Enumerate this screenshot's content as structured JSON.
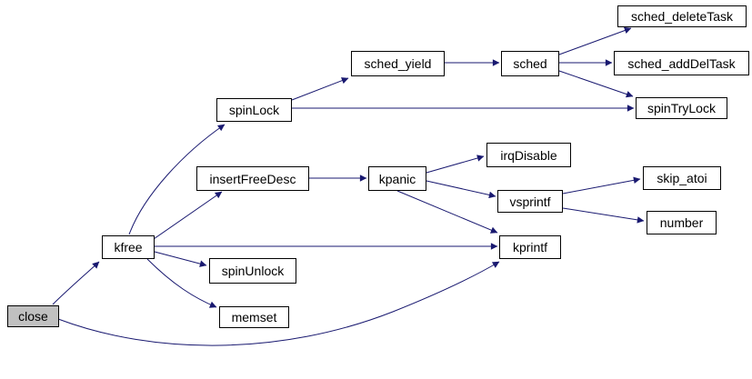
{
  "diagram": {
    "type": "function-call-graph",
    "root": "close",
    "colors": {
      "edge": "#191970",
      "node_border": "#000000",
      "node_fill": "#ffffff",
      "root_node_fill": "#c0c0c0",
      "text": "#000000",
      "background": "#ffffff"
    },
    "nodes": [
      {
        "id": "close",
        "label": "close"
      },
      {
        "id": "kfree",
        "label": "kfree"
      },
      {
        "id": "spinLock",
        "label": "spinLock"
      },
      {
        "id": "insertFreeDesc",
        "label": "insertFreeDesc"
      },
      {
        "id": "spinUnlock",
        "label": "spinUnlock"
      },
      {
        "id": "memset",
        "label": "memset"
      },
      {
        "id": "sched_yield",
        "label": "sched_yield"
      },
      {
        "id": "kpanic",
        "label": "kpanic"
      },
      {
        "id": "sched",
        "label": "sched"
      },
      {
        "id": "irqDisable",
        "label": "irqDisable"
      },
      {
        "id": "vsprintf",
        "label": "vsprintf"
      },
      {
        "id": "kprintf",
        "label": "kprintf"
      },
      {
        "id": "sched_deleteTask",
        "label": "sched_deleteTask"
      },
      {
        "id": "sched_addDelTask",
        "label": "sched_addDelTask"
      },
      {
        "id": "spinTryLock",
        "label": "spinTryLock"
      },
      {
        "id": "skip_atoi",
        "label": "skip_atoi"
      },
      {
        "id": "number",
        "label": "number"
      }
    ],
    "edges": [
      {
        "from": "close",
        "to": "kfree"
      },
      {
        "from": "close",
        "to": "kprintf"
      },
      {
        "from": "kfree",
        "to": "spinLock"
      },
      {
        "from": "kfree",
        "to": "insertFreeDesc"
      },
      {
        "from": "kfree",
        "to": "kprintf"
      },
      {
        "from": "kfree",
        "to": "spinUnlock"
      },
      {
        "from": "kfree",
        "to": "memset"
      },
      {
        "from": "spinLock",
        "to": "sched_yield"
      },
      {
        "from": "spinLock",
        "to": "spinTryLock"
      },
      {
        "from": "sched_yield",
        "to": "sched"
      },
      {
        "from": "sched",
        "to": "sched_deleteTask"
      },
      {
        "from": "sched",
        "to": "sched_addDelTask"
      },
      {
        "from": "sched",
        "to": "spinTryLock"
      },
      {
        "from": "insertFreeDesc",
        "to": "kpanic"
      },
      {
        "from": "kpanic",
        "to": "irqDisable"
      },
      {
        "from": "kpanic",
        "to": "vsprintf"
      },
      {
        "from": "kpanic",
        "to": "kprintf"
      },
      {
        "from": "vsprintf",
        "to": "skip_atoi"
      },
      {
        "from": "vsprintf",
        "to": "number"
      }
    ]
  }
}
